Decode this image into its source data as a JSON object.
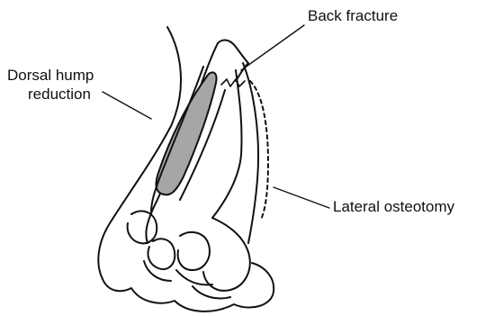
{
  "labels": {
    "back_fracture": "Back fracture",
    "dorsal_hump_line1": "Dorsal hump",
    "dorsal_hump_line2": "reduction",
    "lateral_osteotomy": "Lateral osteotomy"
  },
  "colors": {
    "line": "#111111",
    "shaded_hump": "#a6a6a6",
    "background": "#ffffff"
  }
}
